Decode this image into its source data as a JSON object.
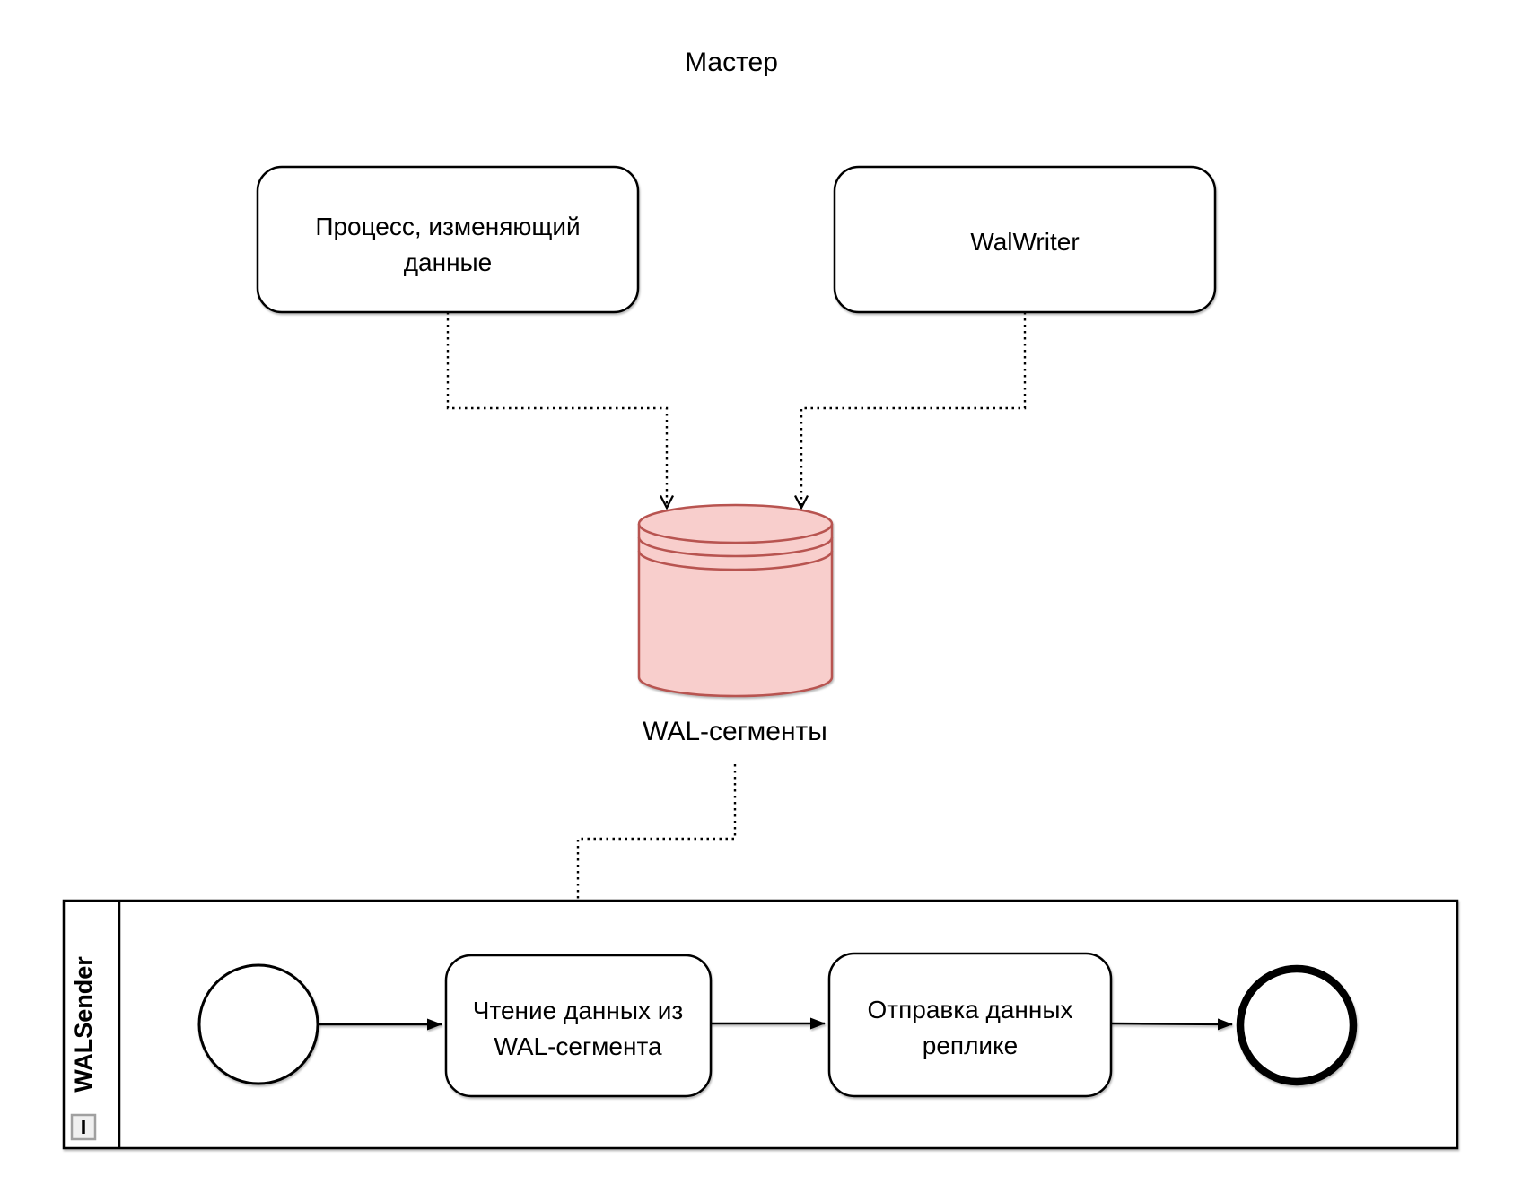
{
  "diagram": {
    "title": "Мастер",
    "master_group": {
      "process_box": {
        "line1": "Процесс, изменяющий",
        "line2": "данные"
      },
      "walwriter_box": {
        "label": "WalWriter"
      }
    },
    "datastore": {
      "label": "WAL-сегменты"
    },
    "pool": {
      "lane_label": "WALSender",
      "task_read": {
        "line1": "Чтение данных из",
        "line2": "WAL-сегмента"
      },
      "task_send": {
        "line1": "Отправка данных",
        "line2": "реплике"
      }
    },
    "icons": {
      "lane_collapse_icon": "minus-in-square"
    },
    "colors": {
      "datastore_fill": "#F8CECC",
      "datastore_stroke": "#B85450",
      "shape_stroke": "#000000",
      "background": "#FFFFFF"
    }
  }
}
